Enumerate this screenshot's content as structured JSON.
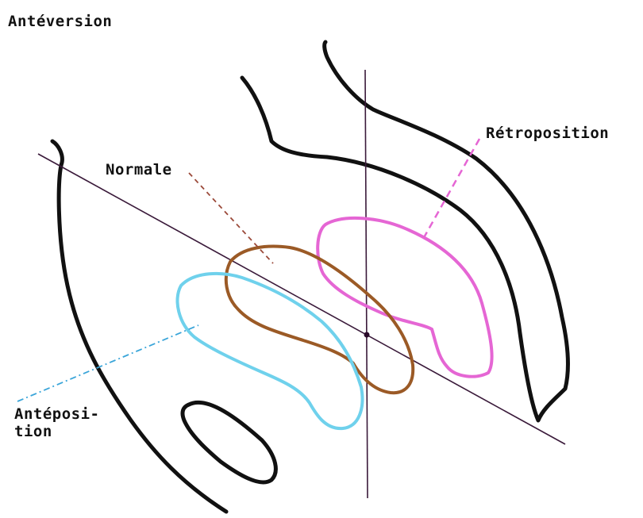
{
  "title": "Antéversion",
  "labels": {
    "retroposition": "Rétroposition",
    "normale": "Normale",
    "anteposition": "Antéposi-\ntion"
  },
  "colors": {
    "outline": "#111111",
    "axis_line": "#3a1a3a",
    "normale": "#9b5a26",
    "retroposition": "#e566d4",
    "anteposition": "#6fd1ec",
    "text": "#111111"
  }
}
